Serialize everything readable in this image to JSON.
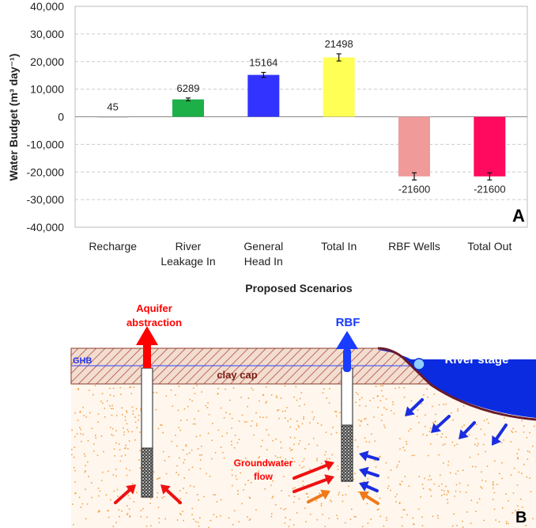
{
  "chart_data": {
    "type": "bar",
    "categories": [
      "Recharge",
      "River Leakage In",
      "General Head In",
      "Total In",
      "RBF Wells",
      "Total Out"
    ],
    "category_lines": [
      [
        "Recharge"
      ],
      [
        "River",
        "Leakage In"
      ],
      [
        "General",
        "Head In"
      ],
      [
        "Total In"
      ],
      [
        "RBF Wells"
      ],
      [
        "Total Out"
      ]
    ],
    "values": [
      45,
      6289,
      15164,
      21498,
      -21600,
      -21600
    ],
    "value_labels": [
      "45",
      "6289",
      "15164",
      "21498",
      "-21600",
      "-21600"
    ],
    "error": [
      0,
      500,
      900,
      1300,
      1300,
      1300
    ],
    "colors": [
      "#9a9a9a",
      "#1db049",
      "#3333ff",
      "#ffff55",
      "#f19a9a",
      "#ff0a5f"
    ],
    "ylabel": "Water Budget (m³ day⁻¹)",
    "xlabel": "Proposed Scenarios",
    "ylim": [
      -40000,
      40000
    ],
    "yticks": [
      40000,
      30000,
      20000,
      10000,
      0,
      -10000,
      -20000,
      -30000,
      -40000
    ],
    "ytick_labels": [
      "40,000",
      "30,000",
      "20,000",
      "10,000",
      "0",
      "-10,000",
      "-20,000",
      "-30,000",
      "-40,000"
    ],
    "grid": true,
    "panel_label": "A"
  },
  "diagram": {
    "panel_label": "B",
    "labels": {
      "aquifer_abstraction_1": "Aquifer",
      "aquifer_abstraction_2": "abstraction",
      "rbf": "RBF",
      "ghb": "GHB",
      "clay_cap": "clay cap",
      "river_stage": "River stage",
      "groundwater_flow_1": "Groundwater",
      "groundwater_flow_2": "flow"
    },
    "colors": {
      "abstraction_arrow": "#ff0000",
      "rbf_arrow": "#1a3cff",
      "river": "#0a2be0",
      "clay": "#8b3a2a",
      "sand_dots": "#f08c1e"
    }
  }
}
